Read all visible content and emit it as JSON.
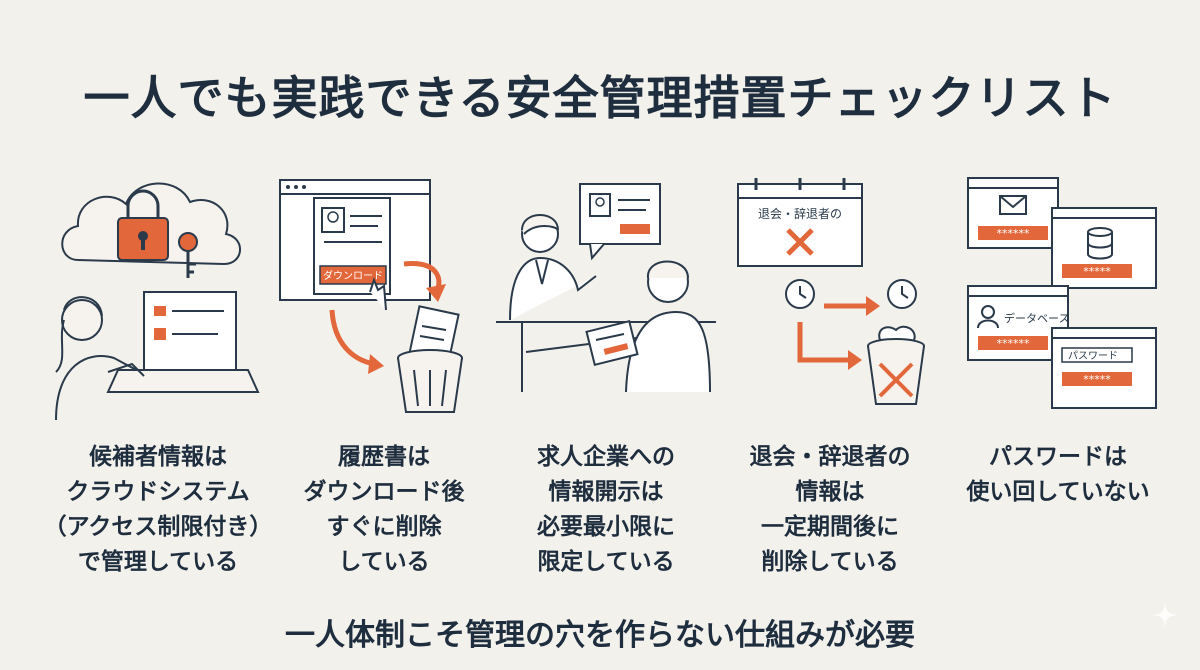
{
  "title": "一人でも実践できる安全管理措置チェックリスト",
  "colors": {
    "accent": "#e2673a",
    "ink": "#2a3a4a",
    "background": "#f3f1ec"
  },
  "items": [
    {
      "icon": "cloud-lock-laptop-icon",
      "lines": [
        "候補者情報は",
        "クラウドシステム",
        "（アクセス制限付き）",
        "で管理している"
      ]
    },
    {
      "icon": "resume-download-trash-icon",
      "button": "ダウンロード",
      "lines": [
        "履歴書は",
        "ダウンロード後",
        "すぐに削除",
        "している"
      ]
    },
    {
      "icon": "recruiter-meeting-icon",
      "lines": [
        "求人企業への",
        "情報開示は",
        "必要最小限に",
        "限定している"
      ]
    },
    {
      "icon": "calendar-clock-delete-icon",
      "calendar_label": "退会・辞退者の",
      "lines": [
        "退会・辞退者の",
        "情報は",
        "一定期間後に",
        "削除している"
      ]
    },
    {
      "icon": "password-windows-icon",
      "db_label": "データベース",
      "pw_label": "パスワード",
      "mask": "******",
      "mask_short": "*****",
      "lines": [
        "パスワードは",
        "使い回していない"
      ]
    }
  ],
  "footer": "一人体制こそ管理の穴を作らない仕組みが必要"
}
